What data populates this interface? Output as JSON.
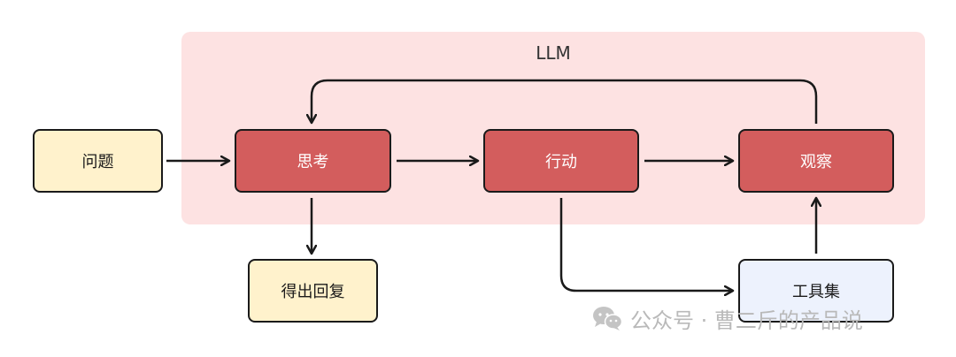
{
  "llm_label": "LLM",
  "nodes": {
    "question": "问题",
    "think": "思考",
    "action": "行动",
    "observe": "观察",
    "answer": "得出回复",
    "tools": "工具集"
  },
  "watermark": "公众号 · 曹二斤的产品说",
  "colors": {
    "llm_region": "#fde2e2",
    "red_node": "#d35d5d",
    "yellow_node": "#fff2cc",
    "blue_node": "#edf2fd"
  }
}
